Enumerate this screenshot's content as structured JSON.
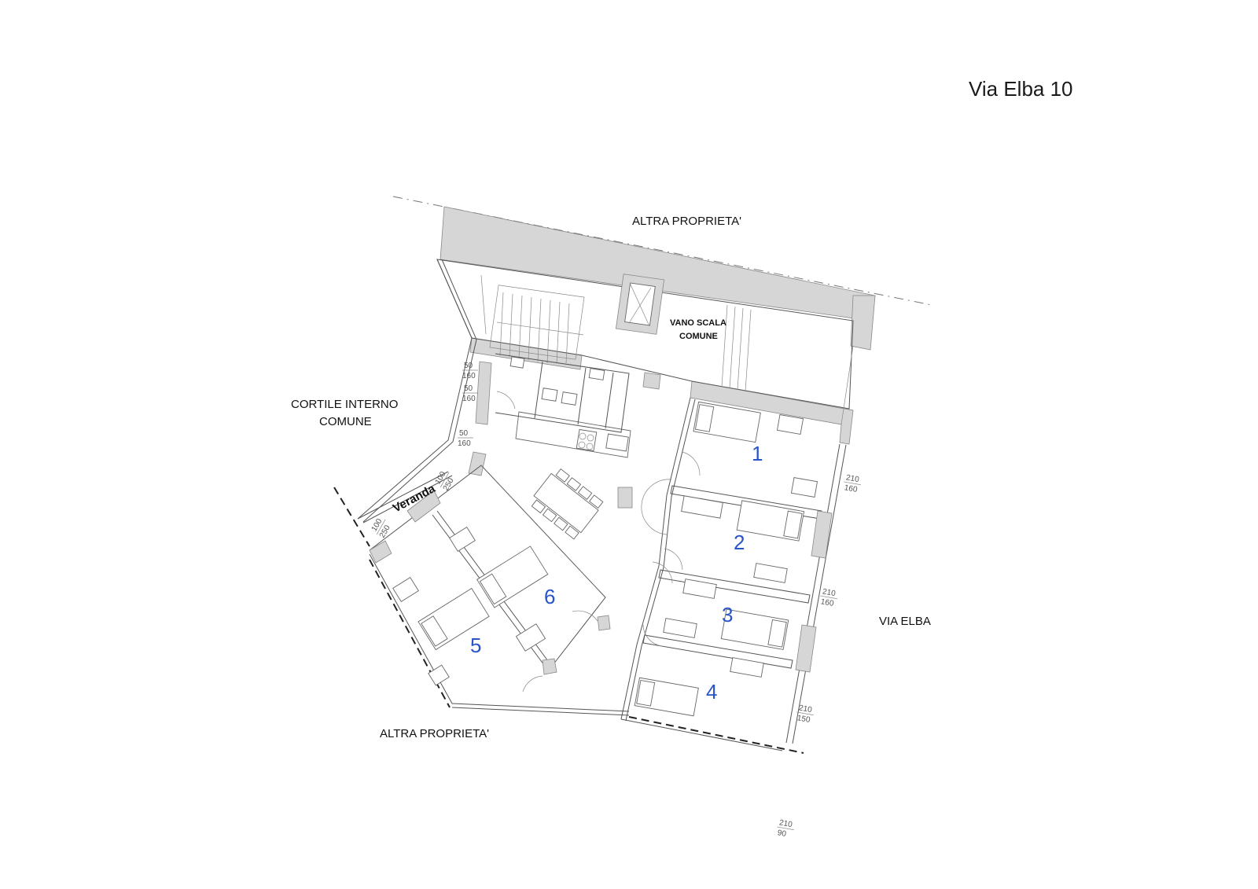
{
  "title": "Via Elba 10",
  "labels": {
    "top": "ALTRA PROPRIETA'",
    "bottom": "ALTRA PROPRIETA'",
    "courtyard_line1": "CORTILE INTERNO",
    "courtyard_line2": "COMUNE",
    "stair_line1": "VANO SCALA",
    "stair_line2": "COMUNE",
    "street": "VIA ELBA",
    "veranda": "Veranda"
  },
  "rooms": [
    "1",
    "2",
    "3",
    "4",
    "5",
    "6"
  ],
  "dimensions": {
    "d1_top": "50",
    "d1_bot": "160",
    "d2_top": "50",
    "d2_bot": "160",
    "d3_top": "50",
    "d3_bot": "160",
    "d4_top": "100",
    "d4_bot": "250",
    "d5_top": "100",
    "d5_bot": "250",
    "d6_top": "210",
    "d6_bot": "160",
    "d7_top": "210",
    "d7_bot": "160",
    "d8_top": "210",
    "d8_bot": "150",
    "d9_top": "210",
    "d9_bot": "90"
  }
}
